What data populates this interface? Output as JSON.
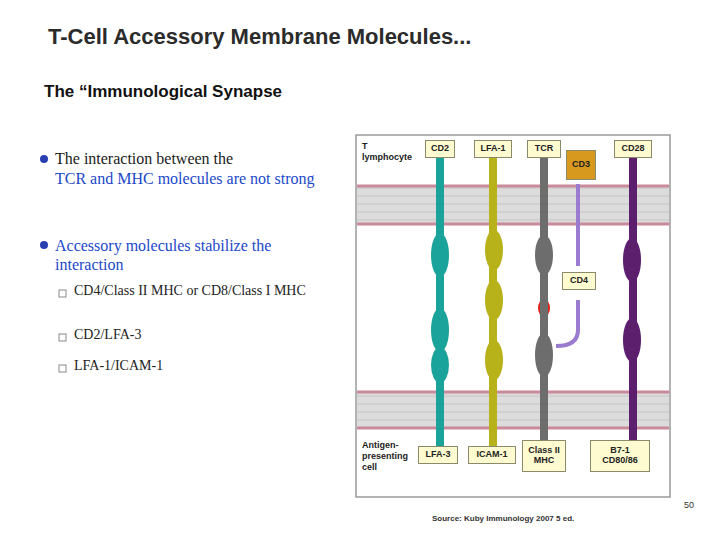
{
  "diagram": {
    "title": "T-Cell Accessory Membrane Molecules...",
    "nodes": [
      {
        "text": [
          "CD2"
        ]
      },
      {
        "text": [
          "LFA-1"
        ]
      },
      {
        "text": [
          "TCR"
        ]
      },
      {
        "text": [
          "CD3"
        ]
      },
      {
        "text": [
          "CD28"
        ]
      },
      {
        "text": [
          "CD4"
        ]
      },
      {
        "text": [
          "LFA-3"
        ]
      },
      {
        "text": [
          "ICAM-1"
        ]
      },
      {
        "text": [
          "Class II MHC"
        ]
      },
      {
        "text": [
          "B7-1 CD80/86"
        ]
      }
    ],
    "edges": [
      {
        "from": 0,
        "to": 6,
        "arrow": "none"
      },
      {
        "from": 1,
        "to": 7,
        "arrow": "none"
      },
      {
        "from": 2,
        "to": 8,
        "arrow": "none"
      },
      {
        "from": 4,
        "to": 9,
        "arrow": "none"
      }
    ],
    "labels": [
      "The “Immunological Synapse",
      "The interaction between the",
      "TCR and MHC molecules are not strong",
      "Accessory molecules stabilize the interaction",
      "CD4/Class II MHC or CD8/Class I MHC",
      "CD2/LFA-3",
      "LFA-1/ICAM-1",
      "T lymphocyte",
      "Antigen-presenting cell",
      "Source: Kuby Immunology 2007 5 ed.",
      "50"
    ]
  }
}
